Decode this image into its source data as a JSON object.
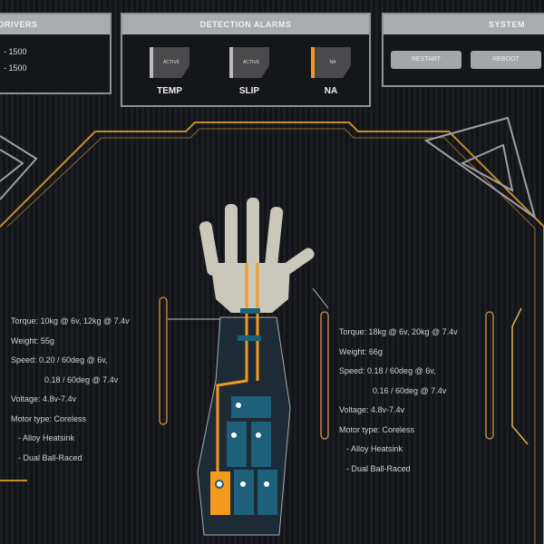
{
  "drivers": {
    "title": "DRIVERS",
    "values": [
      "- 1500",
      "- 1500"
    ]
  },
  "alarms": {
    "title": "DETECTION ALARMS",
    "items": [
      {
        "label": "TEMP",
        "state": "ACTIVE",
        "color": "#bbbbbb"
      },
      {
        "label": "SLIP",
        "state": "ACTIVE",
        "color": "#bbbbbb"
      },
      {
        "label": "NA",
        "state": "NA",
        "color": "#f39a1e"
      }
    ]
  },
  "system": {
    "title": "SYSTEM",
    "buttons": [
      "RESTART",
      "REBOOT"
    ]
  },
  "left_specs": [
    "Torque: 10kg @ 6v, 12kg @ 7.4v",
    "Weight: 55g",
    "Speed: 0.20 / 60deg @ 6v,",
    "0.18 / 60deg @ 7.4v",
    "Voltage: 4.8v-7.4v",
    "Motor type: Coreless",
    "- Alloy Heatsink",
    "- Dual Ball-Raced"
  ],
  "right_specs": [
    "Torque: 18kg @ 6v, 20kg @ 7.4v",
    "Weight: 66g",
    "Speed: 0.18 / 60deg @ 6v,",
    "0.16 / 60deg @ 7.4v",
    "Voltage: 4.8v-7.4v",
    "Motor type: Coreless",
    "- Alloy Heatsink",
    "- Dual Ball-Raced"
  ],
  "colors": {
    "accent": "#f39a1e",
    "frame": "#c98a2c",
    "servo": "#1e5f7a"
  }
}
